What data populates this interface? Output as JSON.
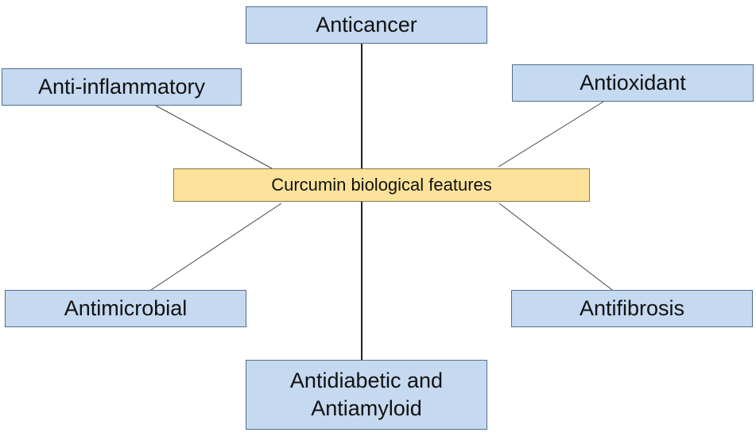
{
  "center": {
    "label": "Curcumin biological features"
  },
  "features": {
    "anticancer": {
      "label": "Anticancer"
    },
    "anti_inflammatory": {
      "label": "Anti-inflammatory"
    },
    "antioxidant": {
      "label": "Antioxidant"
    },
    "antimicrobial": {
      "label": "Antimicrobial"
    },
    "antifibrosis": {
      "label": "Antifibrosis"
    },
    "antidiabetic": {
      "label": "Antidiabetic and\nAntiamyloid"
    }
  },
  "colors": {
    "center_fill": "#fce29a",
    "feature_fill": "#c5d9f0",
    "line": "#222222"
  }
}
